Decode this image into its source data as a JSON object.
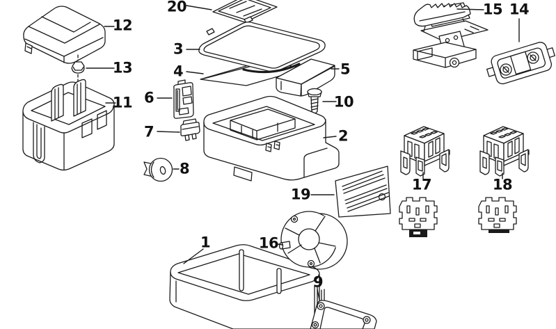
{
  "diagram": {
    "kind": "exploded-parts-diagram",
    "background_color": "#ffffff",
    "line_color": "#1a1a1a",
    "label_color": "#111111",
    "part_count": 20
  },
  "parts": {
    "p1": {
      "label": "1"
    },
    "p2": {
      "label": "2"
    },
    "p3": {
      "label": "3"
    },
    "p4": {
      "label": "4"
    },
    "p5": {
      "label": "5"
    },
    "p6": {
      "label": "6"
    },
    "p7": {
      "label": "7"
    },
    "p8": {
      "label": "8"
    },
    "p9": {
      "label": "9"
    },
    "p10": {
      "label": "10"
    },
    "p11": {
      "label": "11"
    },
    "p12": {
      "label": "12"
    },
    "p13": {
      "label": "13"
    },
    "p14": {
      "label": "14"
    },
    "p15": {
      "label": "15"
    },
    "p16": {
      "label": "16"
    },
    "p17": {
      "label": "17"
    },
    "p18": {
      "label": "18"
    },
    "p19": {
      "label": "19"
    },
    "p20": {
      "label": "20"
    }
  }
}
